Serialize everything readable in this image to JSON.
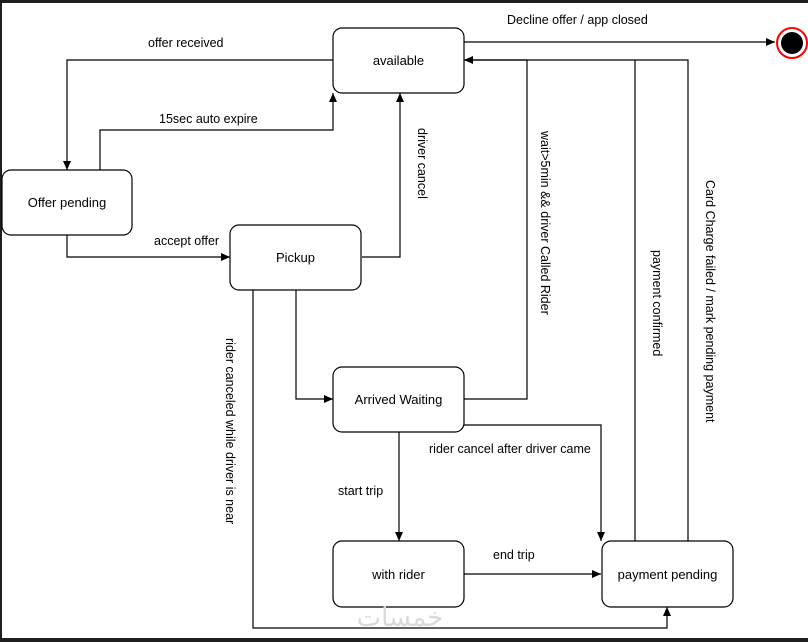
{
  "states": {
    "available": "available",
    "offer_pending": "Offer pending",
    "pickup": "Pickup",
    "arrived_waiting": "Arrived Waiting",
    "with_rider": "with rider",
    "payment_pending": "payment pending"
  },
  "transitions": {
    "decline_offer": "Decline offer / app closed",
    "offer_received": "offer received",
    "auto_expire": "15sec auto expire",
    "accept_offer": "accept offer",
    "driver_cancel": "driver cancel",
    "wait_5min": "wait>5min && driver Called Rider",
    "payment_confirmed": "payment confirmed",
    "card_charge_failed": "Card Charge failed / mark pending payment",
    "rider_canceled_near": "rider canceled while driver is near",
    "rider_cancel_after": "rider cancel after driver came",
    "start_trip": "start trip",
    "end_trip": "end trip"
  },
  "watermark": "خمسات",
  "colors": {
    "final_state_ring": "#ff0000",
    "frame": "#1e1e1e"
  }
}
